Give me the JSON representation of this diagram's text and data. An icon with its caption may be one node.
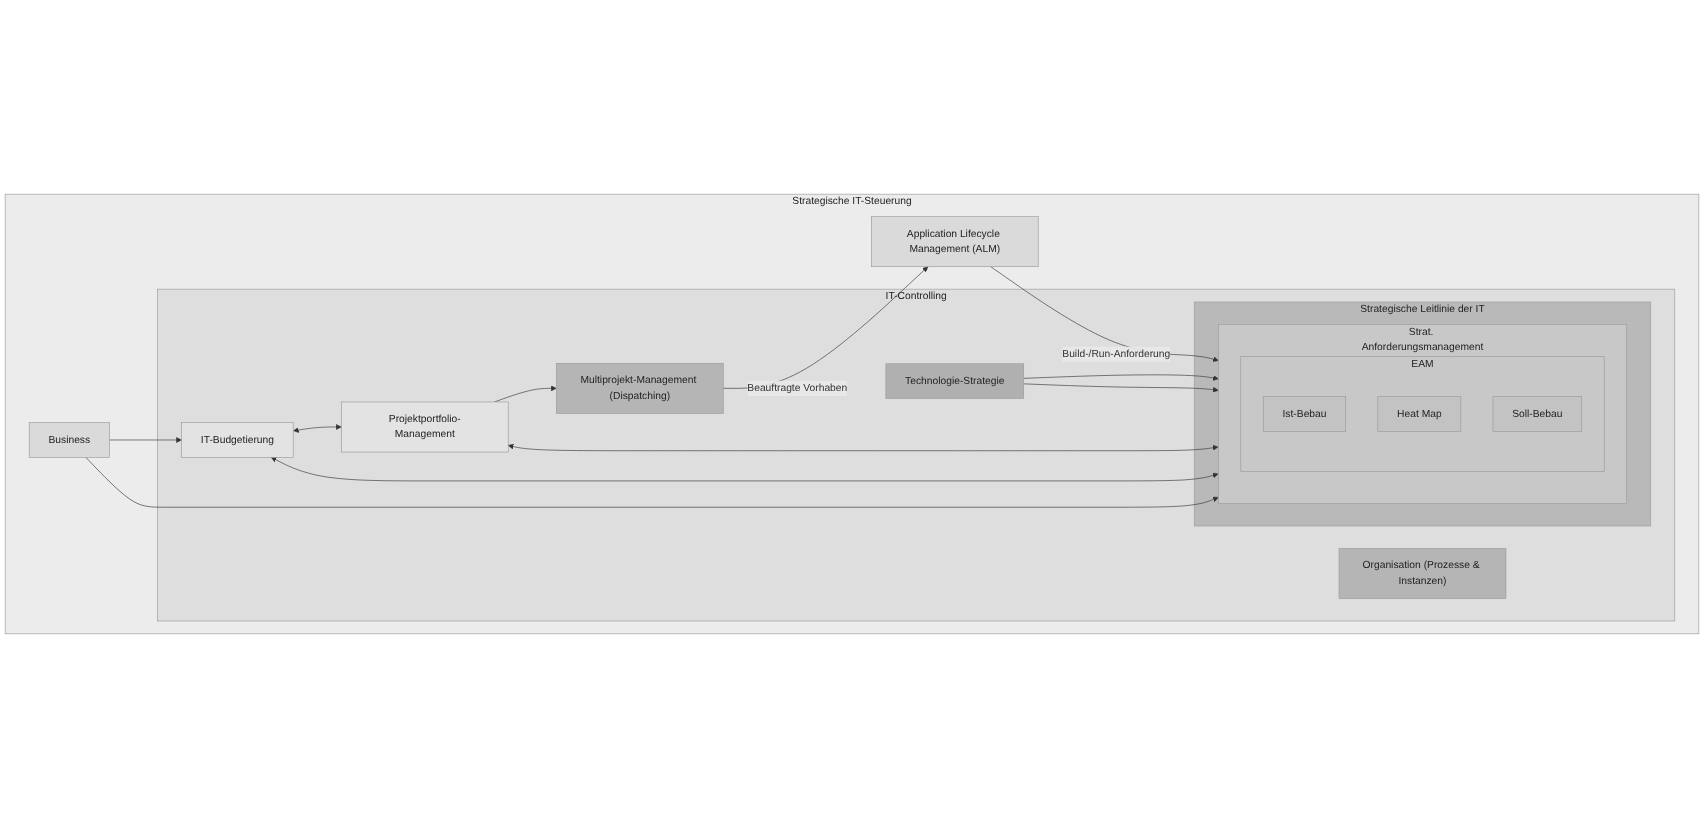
{
  "diagram": {
    "nodes": [
      {
        "text": [
          "Strategische IT-Steuerung"
        ]
      },
      {
        "text": [
          "Business"
        ],
        "in": 0
      },
      {
        "text": [
          "IT-Controlling"
        ],
        "in": 0
      },
      {
        "text": [
          "Technologie-Strategie"
        ],
        "in": 2
      },
      {
        "text": [
          "Strategische Leitlinie der IT"
        ],
        "in": 2
      },
      {
        "text": [
          "Strat. Anforderungsmanagement"
        ],
        "in": 4
      },
      {
        "text": [
          "EAM"
        ],
        "in": 5
      },
      {
        "text": [
          "Ist-Bebau"
        ],
        "in": 6
      },
      {
        "text": [
          "Heat Map"
        ],
        "in": 6
      },
      {
        "text": [
          "Soll-Bebau"
        ],
        "in": 6
      },
      {
        "text": [
          "IT-Budgetierung"
        ],
        "in": 2
      },
      {
        "text": [
          "Organisation (Prozesse & Instanzen)"
        ],
        "in": 2
      },
      {
        "text": [
          "Projektportfolio-Management"
        ],
        "in": 2
      },
      {
        "text": [
          "Multiprojekt-Management (Dispatching)"
        ],
        "in": 2
      },
      {
        "text": [
          "Application Lifecycle Management (ALM)"
        ],
        "in": 0
      }
    ],
    "edges": [
      {
        "from": 1,
        "to": 5,
        "arrow": "to"
      },
      {
        "from": 1,
        "to": 10,
        "arrow": "to"
      },
      {
        "from": 3,
        "to": 5,
        "arrow": "to"
      },
      {
        "from": 3,
        "to": 5,
        "arrow": "to"
      },
      {
        "from": 5,
        "to": 10,
        "arrow": "both"
      },
      {
        "from": 5,
        "to": 12,
        "arrow": "both"
      },
      {
        "from": 10,
        "to": 12,
        "arrow": "both"
      },
      {
        "from": 12,
        "to": 13,
        "arrow": "to"
      },
      {
        "from": 13,
        "to": 14,
        "label": "Beauftragte Vorhaben",
        "arrow": "to"
      },
      {
        "from": 14,
        "to": 5,
        "label": "Build-/Run-Anforderung",
        "arrow": "to"
      }
    ]
  }
}
